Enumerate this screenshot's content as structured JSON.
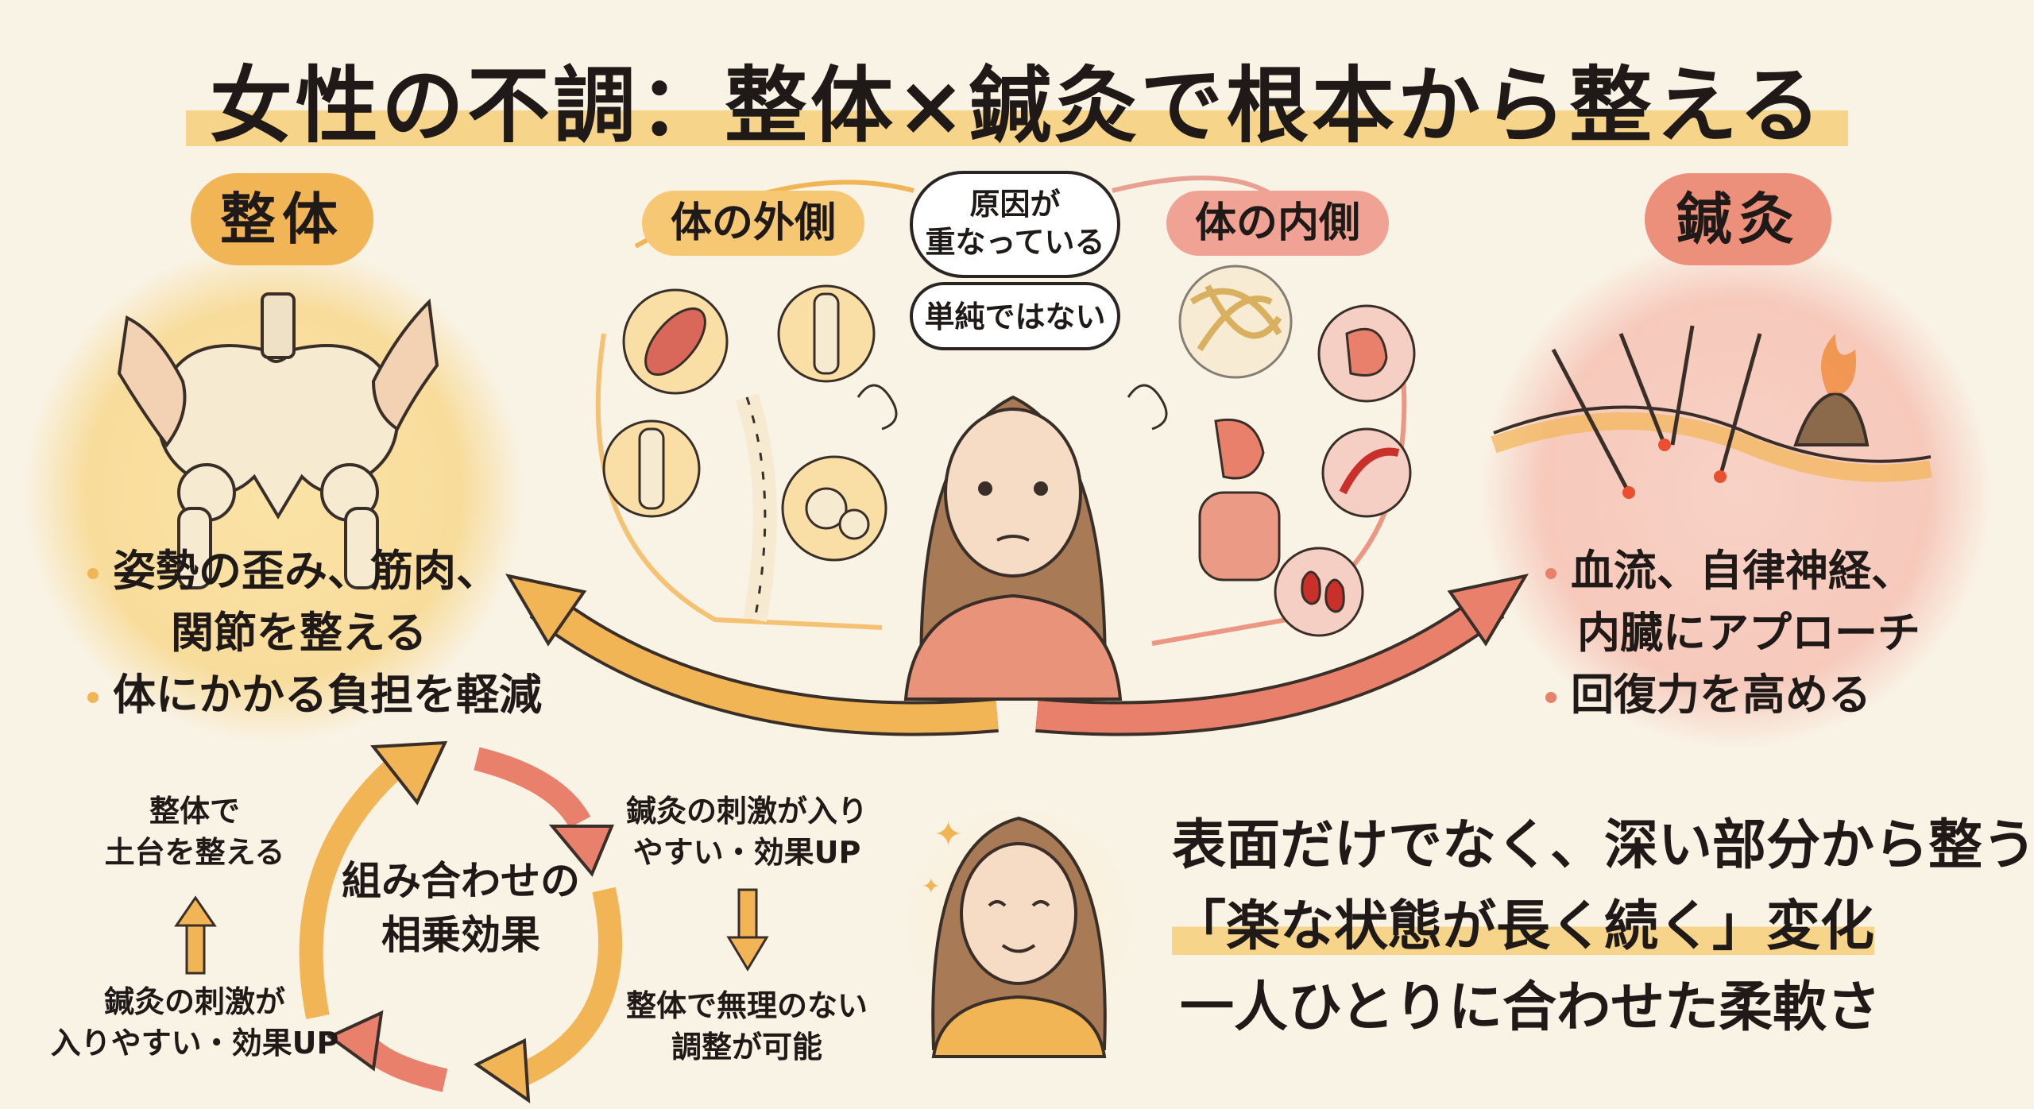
{
  "title": "女性の不調：整体×鍼灸で根本から整える",
  "left": {
    "badge": "整体",
    "bullets": [
      "姿勢の歪み、筋肉、",
      "関節を整える",
      "体にかかる負担を軽減"
    ]
  },
  "right": {
    "badge": "鍼灸",
    "bullets": [
      "血流、自律神経、",
      "内臓にアプローチ",
      "回復力を高める"
    ]
  },
  "center": {
    "outer_label": "体の外側",
    "inner_label": "体の内側",
    "bubble_top": [
      "原因が",
      "重なっている"
    ],
    "bubble_bottom": "単純ではない"
  },
  "cycle": {
    "center": [
      "組み合わせの",
      "相乗効果"
    ],
    "top_left": [
      "整体で",
      "土台を整える"
    ],
    "bottom_left": [
      "鍼灸の刺激が",
      "入りやすい・効果UP"
    ],
    "top_right": [
      "鍼灸の刺激が入り",
      "やすい・効果UP"
    ],
    "bottom_right": [
      "整体で無理のない",
      "調整が可能"
    ]
  },
  "statements": [
    "表面だけでなく、深い部分から整う",
    "「楽な状態が長く続く」変化",
    "一人ひとりに合わせた柔軟さ"
  ],
  "colors": {
    "background": "#f9f3e6",
    "orange": "#f2b555",
    "salmon": "#e8806c",
    "highlight": "#f6d58a"
  }
}
